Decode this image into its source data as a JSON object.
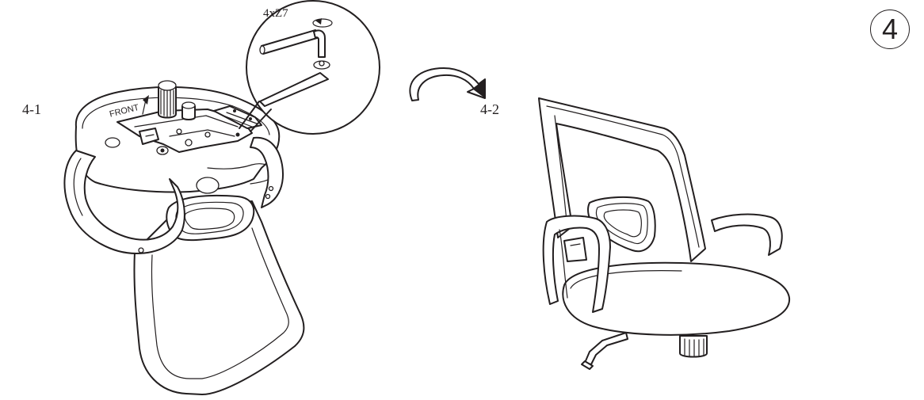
{
  "step": {
    "number": "4"
  },
  "sub_steps": [
    {
      "label": "4-1"
    },
    {
      "label": "4-2"
    }
  ],
  "callout": {
    "part_quantity": "4xZ7"
  },
  "seat_marking": {
    "text": "FRONT"
  },
  "icons": [
    "rotate-arrow-icon",
    "flip-arrow-icon",
    "allen-key-icon"
  ]
}
